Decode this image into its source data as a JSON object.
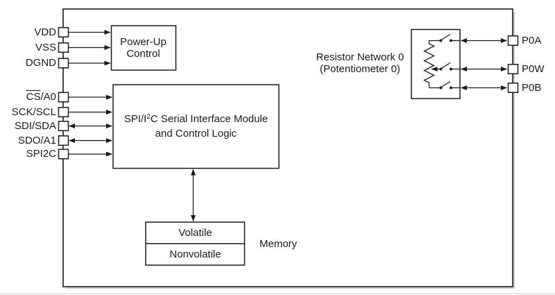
{
  "figure": {
    "description": "Device block diagram with serial interface, memory and one resistor network"
  },
  "pins": {
    "left": [
      {
        "name": "VDD"
      },
      {
        "name": "VSS"
      },
      {
        "name": "DGND"
      },
      {
        "overline": "CS",
        "name": "/A0"
      },
      {
        "name": "SCK/SCL"
      },
      {
        "name": "SDI/SDA"
      },
      {
        "name": "SDO/A1"
      },
      {
        "name": "SPI2C"
      }
    ],
    "right": [
      {
        "name": "P0A"
      },
      {
        "name": "P0W"
      },
      {
        "name": "P0B"
      }
    ]
  },
  "blocks": {
    "power_up": {
      "line1": "Power-Up",
      "line2": "Control"
    },
    "serial_interface": {
      "line1_pre": "SPI/I",
      "line1_sup": "2",
      "line1_post": "C Serial Interface Module",
      "line2": "and Control Logic"
    },
    "memory": {
      "cell_top": "Volatile",
      "cell_bottom": "Nonvolatile",
      "caption": "Memory"
    },
    "resistor_network": {
      "caption_line1": "Resistor Network 0",
      "caption_line2": "(Potentiometer 0)"
    }
  },
  "colors": {
    "line": "#1a1a1a",
    "text": "#1a1a1a",
    "background": "#ffffff"
  }
}
